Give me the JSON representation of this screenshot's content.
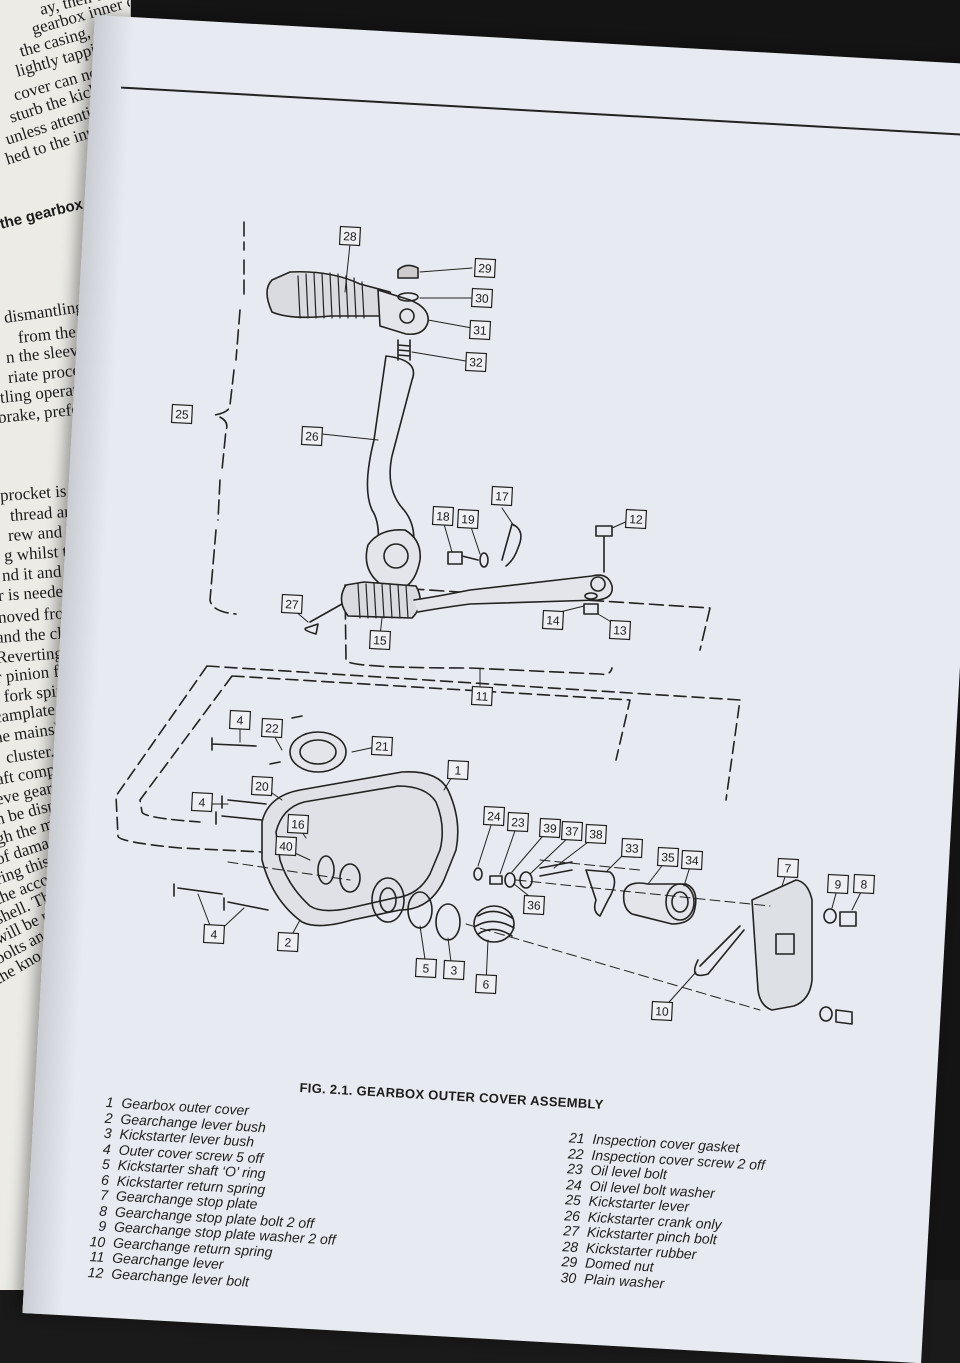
{
  "left_page": {
    "lines": [
      "ay, then unscre",
      "gearbox inner cove",
      "the casing, at the sam",
      "lightly tapping the bac",
      "cover can now be",
      "sturb the kickstarter",
      "unless attention is also",
      "hed to the inner cover.",
      "the gearbox - removing",
      "dismantling can take p",
      "from the end of the",
      "n the sleeve gear. Refe",
      "riate procedure. The",
      "tling operation by e",
      "brake, preferably bef",
      "procket is secured b",
      "thread and a locking",
      "rew and locking pl",
      "g whilst the nut is u",
      "nd it and securing",
      "r is needed to fit th",
      "noved from the m",
      "and the clutch bo",
      "Reverting to the ot",
      "r pinion from the",
      "r fork spindle. Th",
      "camplate and a",
      "he mainshaft. Sl",
      "cluster.",
      "aft complete",
      "eve gear. In",
      "n be displaced",
      "gh the mai",
      "of damage",
      "ring this oper",
      "the accom",
      "shell. This",
      "will be r",
      "bolts and",
      "the kno"
    ]
  },
  "figure": {
    "caption": "FIG. 2.1. GEARBOX OUTER COVER ASSEMBLY",
    "callouts": [
      "28",
      "29",
      "30",
      "31",
      "32",
      "25",
      "26",
      "17",
      "18",
      "19",
      "12",
      "27",
      "15",
      "14",
      "13",
      "11",
      "4",
      "22",
      "21",
      "20",
      "1",
      "4",
      "16",
      "40",
      "24",
      "23",
      "39",
      "37",
      "38",
      "33",
      "35",
      "34",
      "7",
      "9",
      "8",
      "36",
      "4",
      "2",
      "5",
      "3",
      "6",
      "10"
    ]
  },
  "legend_left": [
    {
      "num": "1",
      "text": "Gearbox outer cover"
    },
    {
      "num": "2",
      "text": "Gearchange lever bush"
    },
    {
      "num": "3",
      "text": "Kickstarter lever bush"
    },
    {
      "num": "4",
      "text": "Outer cover screw 5 off"
    },
    {
      "num": "5",
      "text": "Kickstarter shaft ‘O’ ring"
    },
    {
      "num": "6",
      "text": "Kickstarter return spring"
    },
    {
      "num": "7",
      "text": "Gearchange stop plate"
    },
    {
      "num": "8",
      "text": "Gearchange stop plate bolt 2 off"
    },
    {
      "num": "9",
      "text": "Gearchange stop plate washer 2 off"
    },
    {
      "num": "10",
      "text": "Gearchange return spring"
    },
    {
      "num": "11",
      "text": "Gearchange lever"
    },
    {
      "num": "12",
      "text": "Gearchange lever bolt"
    }
  ],
  "legend_right": [
    {
      "num": "21",
      "text": "Inspection cover gasket"
    },
    {
      "num": "22",
      "text": "Inspection cover screw 2 off"
    },
    {
      "num": "23",
      "text": "Oil level bolt"
    },
    {
      "num": "24",
      "text": "Oil level bolt washer"
    },
    {
      "num": "25",
      "text": "Kickstarter lever"
    },
    {
      "num": "26",
      "text": "Kickstarter crank only"
    },
    {
      "num": "27",
      "text": "Kickstarter pinch bolt"
    },
    {
      "num": "28",
      "text": "Kickstarter rubber"
    },
    {
      "num": "29",
      "text": "Domed nut"
    },
    {
      "num": "30",
      "text": "Plain washer"
    }
  ]
}
